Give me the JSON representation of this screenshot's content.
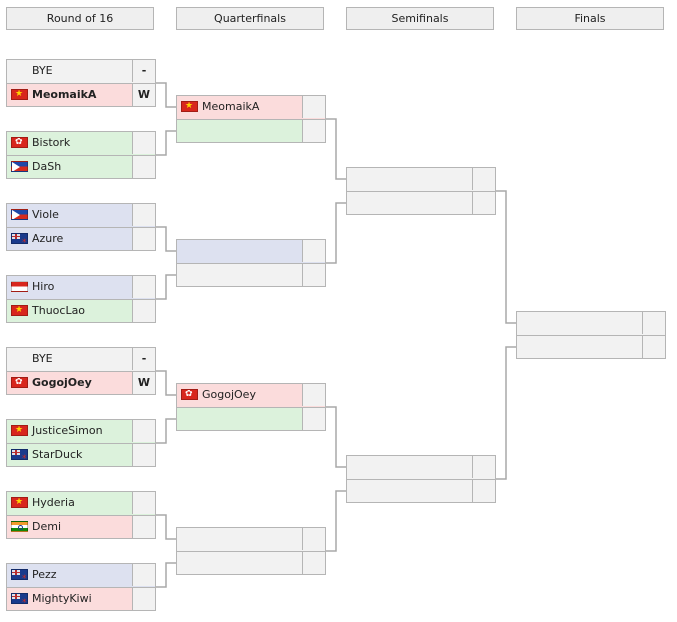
{
  "headers": {
    "r16": "Round of 16",
    "qf": "Quarterfinals",
    "sf": "Semifinals",
    "final": "Finals"
  },
  "colors": {
    "red": "#fbdcdc",
    "green": "#dcf2dc",
    "blue": "#dde1f0",
    "grey": "#f2f2f2"
  },
  "r16": [
    {
      "name": "BYE",
      "score": "-",
      "flag": "",
      "bg": "grey"
    },
    {
      "name": "MeomaikA",
      "score": "W",
      "flag": "vn",
      "bg": "red",
      "winner": true
    },
    {
      "name": "Bistork",
      "score": "",
      "flag": "hk",
      "bg": "green"
    },
    {
      "name": "DaSh",
      "score": "",
      "flag": "ph",
      "bg": "green"
    },
    {
      "name": "Viole",
      "score": "",
      "flag": "ph",
      "bg": "blue"
    },
    {
      "name": "Azure",
      "score": "",
      "flag": "nz",
      "bg": "blue"
    },
    {
      "name": "Hiro",
      "score": "",
      "flag": "id",
      "bg": "blue"
    },
    {
      "name": "ThuocLao",
      "score": "",
      "flag": "vn",
      "bg": "green"
    },
    {
      "name": "BYE",
      "score": "-",
      "flag": "",
      "bg": "grey"
    },
    {
      "name": "GogojOey",
      "score": "W",
      "flag": "hk",
      "bg": "red",
      "winner": true
    },
    {
      "name": "JusticeSimon",
      "score": "",
      "flag": "vn",
      "bg": "green"
    },
    {
      "name": "StarDuck",
      "score": "",
      "flag": "nz",
      "bg": "green"
    },
    {
      "name": "Hyderia",
      "score": "",
      "flag": "vn",
      "bg": "green"
    },
    {
      "name": "Demi",
      "score": "",
      "flag": "in",
      "bg": "red"
    },
    {
      "name": "Pezz",
      "score": "",
      "flag": "nz",
      "bg": "blue"
    },
    {
      "name": "MightyKiwi",
      "score": "",
      "flag": "nz",
      "bg": "red"
    }
  ],
  "qf": [
    {
      "name": "MeomaikA",
      "score": "",
      "flag": "vn",
      "bg": "red"
    },
    {
      "name": "",
      "score": "",
      "flag": "",
      "bg": "green"
    },
    {
      "name": "",
      "score": "",
      "flag": "",
      "bg": "blue"
    },
    {
      "name": "",
      "score": "",
      "flag": "",
      "bg": "grey"
    },
    {
      "name": "GogojOey",
      "score": "",
      "flag": "hk",
      "bg": "red"
    },
    {
      "name": "",
      "score": "",
      "flag": "",
      "bg": "green"
    },
    {
      "name": "",
      "score": "",
      "flag": "",
      "bg": "grey"
    },
    {
      "name": "",
      "score": "",
      "flag": "",
      "bg": "grey"
    }
  ],
  "sf": [
    {
      "name": "",
      "score": "",
      "flag": "",
      "bg": "grey"
    },
    {
      "name": "",
      "score": "",
      "flag": "",
      "bg": "grey"
    },
    {
      "name": "",
      "score": "",
      "flag": "",
      "bg": "grey"
    },
    {
      "name": "",
      "score": "",
      "flag": "",
      "bg": "grey"
    }
  ],
  "final": [
    {
      "name": "",
      "score": "",
      "flag": "",
      "bg": "grey"
    },
    {
      "name": "",
      "score": "",
      "flag": "",
      "bg": "grey"
    }
  ]
}
